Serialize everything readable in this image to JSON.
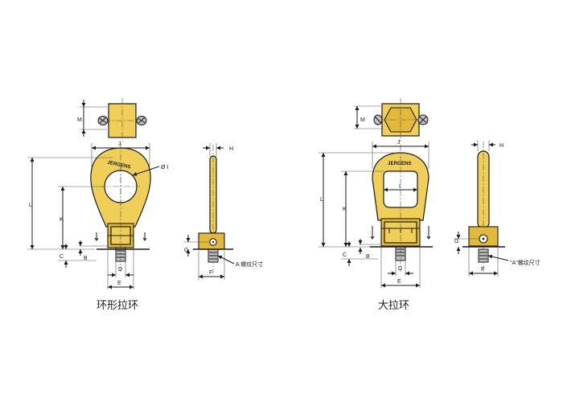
{
  "captions": {
    "left": "环形拉环",
    "right": "大拉环"
  },
  "logo": "JERGENS",
  "dimension_labels": {
    "M": "M",
    "J": "J",
    "H": "H",
    "L": "L",
    "K": "K",
    "C": "C",
    "B": "B",
    "D": "D",
    "E": "E",
    "G": "G",
    "F": "F",
    "I": "I",
    "phi_I": "Ø I"
  },
  "notes": {
    "left_thread": "A  螺纹尺寸",
    "right_thread": "\"A\"螺纹尺寸"
  },
  "colors": {
    "body": "#f0cf58",
    "line": "#1a1a1a"
  }
}
